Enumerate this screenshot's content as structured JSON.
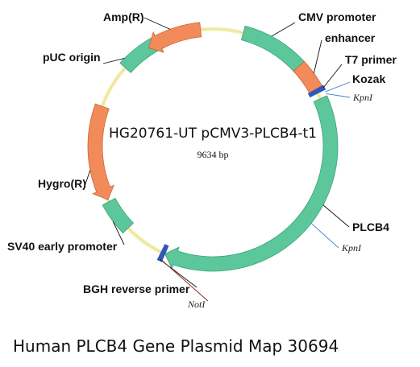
{
  "plasmid": {
    "name": "HG20761-UT pCMV3-PLCB4-t1",
    "size": "9634 bp"
  },
  "caption": "Human PLCB4 Gene Plasmid Map 30694",
  "colors": {
    "backbone": "#f6f0b4",
    "promoter": "#5bc79a",
    "marker": "#f28a5a",
    "primer": "#2f59b8",
    "site_line_kpn": "#3f7fd0",
    "site_line_not": "#8a1a1a"
  },
  "features": [
    {
      "label": "CMV promoter",
      "type": "promoter",
      "start_deg": 15,
      "end_deg": 47,
      "direction": "none"
    },
    {
      "label": "enhancer",
      "type": "marker",
      "start_deg": 47,
      "end_deg": 61,
      "direction": "none"
    },
    {
      "label": "PLCB4",
      "type": "promoter",
      "start_deg": 66,
      "end_deg": 204,
      "direction": "cw"
    },
    {
      "label": "SV40 early promoter",
      "type": "promoter",
      "start_deg": 226,
      "end_deg": 242,
      "direction": "none"
    },
    {
      "label": "Hygro(R)",
      "type": "marker",
      "start_deg": 243,
      "end_deg": 290,
      "direction": "ccw"
    },
    {
      "label": "pUC origin",
      "type": "promoter",
      "start_deg": 312,
      "end_deg": 334,
      "direction": "none"
    },
    {
      "label": "Amp(R)",
      "type": "marker",
      "start_deg": 327,
      "end_deg": 354,
      "direction": "ccw"
    }
  ],
  "primers": [
    {
      "label": "T7 primer",
      "deg": 62
    },
    {
      "label": "BGH reverse primer",
      "deg": 205
    }
  ],
  "markers_text": [
    {
      "label": "Kozak",
      "deg": 64
    },
    {
      "label": "KpnI",
      "deg": 65,
      "style": "italic"
    },
    {
      "label": "KpnI",
      "deg": 128,
      "style": "italic"
    },
    {
      "label": "NotI",
      "deg": 204,
      "style": "italic"
    }
  ]
}
